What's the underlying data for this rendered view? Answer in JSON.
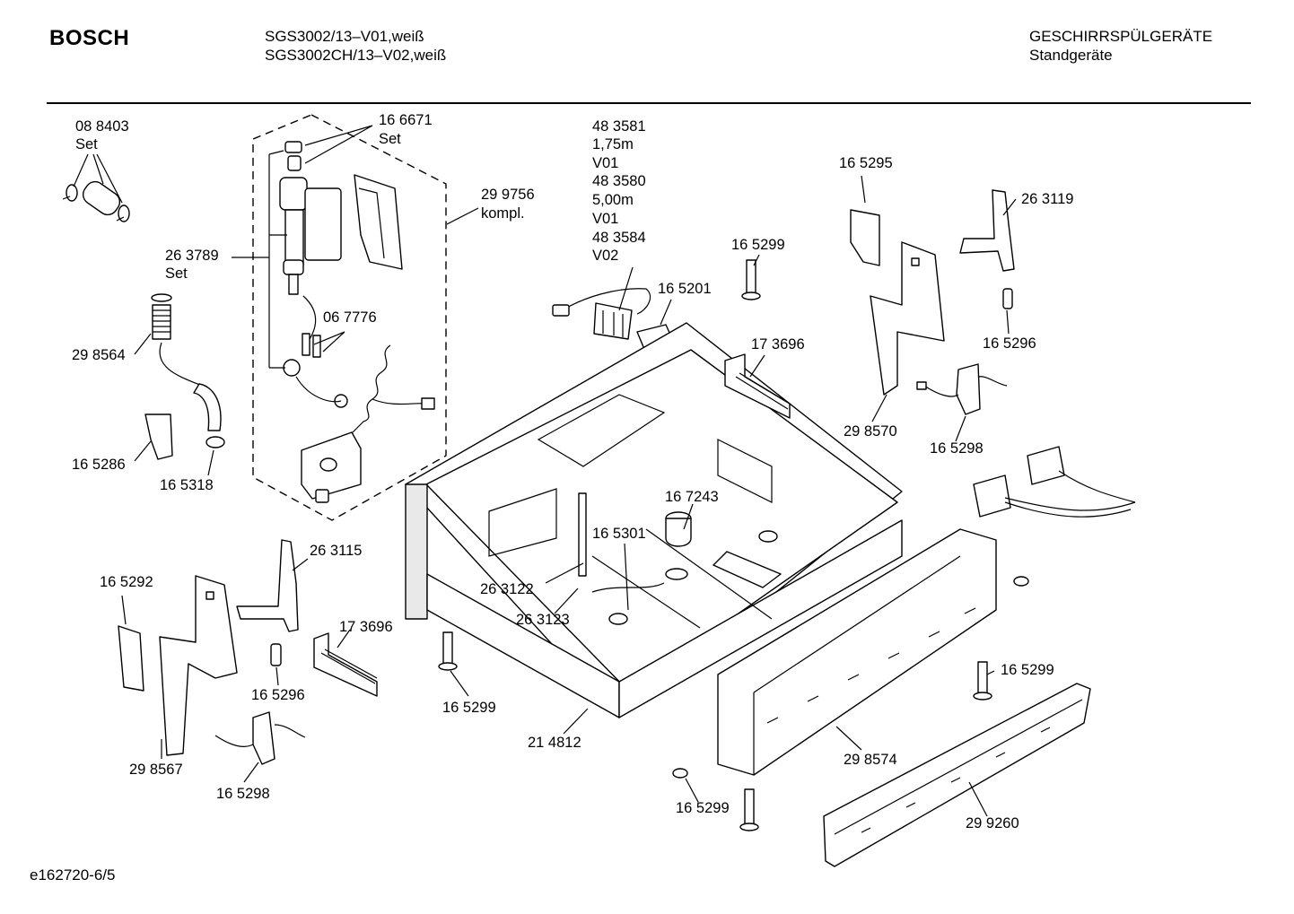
{
  "header": {
    "brand": "BOSCH",
    "model_line_1": "SGS3002/13–V01,weiß",
    "model_line_2": "SGS3002CH/13–V02,weiß",
    "category": "GESCHIRRSPÜLGERÄTE",
    "subcategory": "Standgeräte"
  },
  "labels": {
    "p088403": "08 8403",
    "p088403_set": "Set",
    "p166671": "16 6671",
    "p166671_set": "Set",
    "p299756": "29 9756",
    "p299756_kompl": "kompl.",
    "p263789": "26 3789",
    "p263789_set": "Set",
    "p298564": "29 8564",
    "p067776": "06 7776",
    "p165286": "16 5286",
    "p165318": "16 5318",
    "p483581": "48 3581",
    "len_175": "1,75m",
    "v01_a": "V01",
    "p483580": "48 3580",
    "len_500": "5,00m",
    "v01_b": "V01",
    "p483584": "48 3584",
    "v02": "V02",
    "p165299_top": "16 5299",
    "p165201": "16 5201",
    "p165295": "16 5295",
    "p263119": "26 3119",
    "p173696_right": "17 3696",
    "p165296_right": "16 5296",
    "p298570": "29 8570",
    "p165298_right": "16 5298",
    "p167243": "16 7243",
    "p165301": "16 5301",
    "p263122": "26 3122",
    "p263123": "26 3123",
    "p263115": "26 3115",
    "p165292": "16 5292",
    "p173696_left": "17 3696",
    "p165296_left": "16 5296",
    "p298567": "29 8567",
    "p165298_left": "16 5298",
    "p165299_mid": "16 5299",
    "p214812": "21 4812",
    "p165299_right": "16 5299",
    "p298574": "29 8574",
    "p165299_bottom": "16 5299",
    "p299260": "29 9260"
  },
  "footer": {
    "doc_id": "e162720-6/5"
  }
}
